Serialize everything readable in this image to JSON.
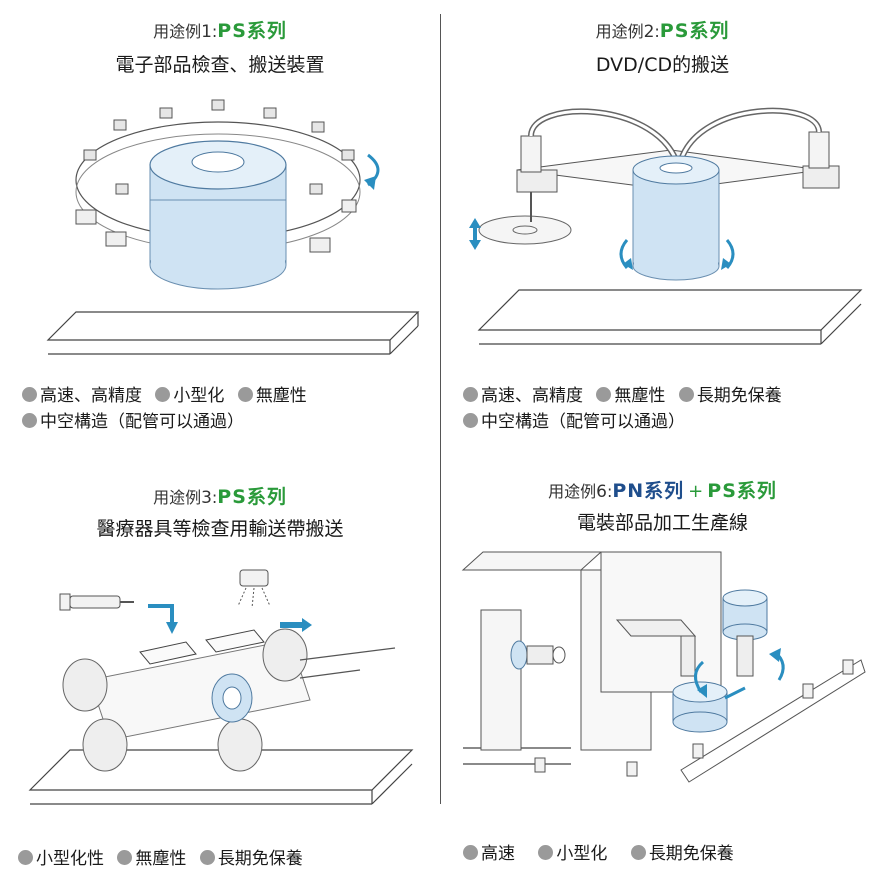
{
  "colors": {
    "ps": "#2a9a3a",
    "pn": "#1f4e8c",
    "accent": "#2a8ec0",
    "dot": "#9a9a9a"
  },
  "panels": [
    {
      "prefix": "用途例",
      "num": "1",
      "sep": ":",
      "series": "PS系列",
      "title": "電子部品檢查、搬送裝置",
      "features": [
        "高速、高精度",
        "小型化",
        "無塵性",
        "中空構造（配管可以通過）"
      ]
    },
    {
      "prefix": "用途例",
      "num": "2",
      "sep": ":",
      "series": "PS系列",
      "title": "DVD/CD的搬送",
      "features": [
        "高速、高精度",
        "無塵性",
        "長期免保養",
        "中空構造（配管可以通過）"
      ]
    },
    {
      "prefix": "用途例",
      "num": "3",
      "sep": ":",
      "series": "PS系列",
      "title": "醫療器具等檢查用輸送帶搬送",
      "features": [
        "小型化性",
        "無塵性",
        "長期免保養"
      ]
    },
    {
      "prefix": "用途例",
      "num": "6",
      "sep": ":",
      "series_a": "PN系列",
      "plus": "+",
      "series": "PS系列",
      "title": "電裝部品加工生產線",
      "features": [
        "高速",
        "小型化",
        "長期免保養"
      ]
    }
  ]
}
